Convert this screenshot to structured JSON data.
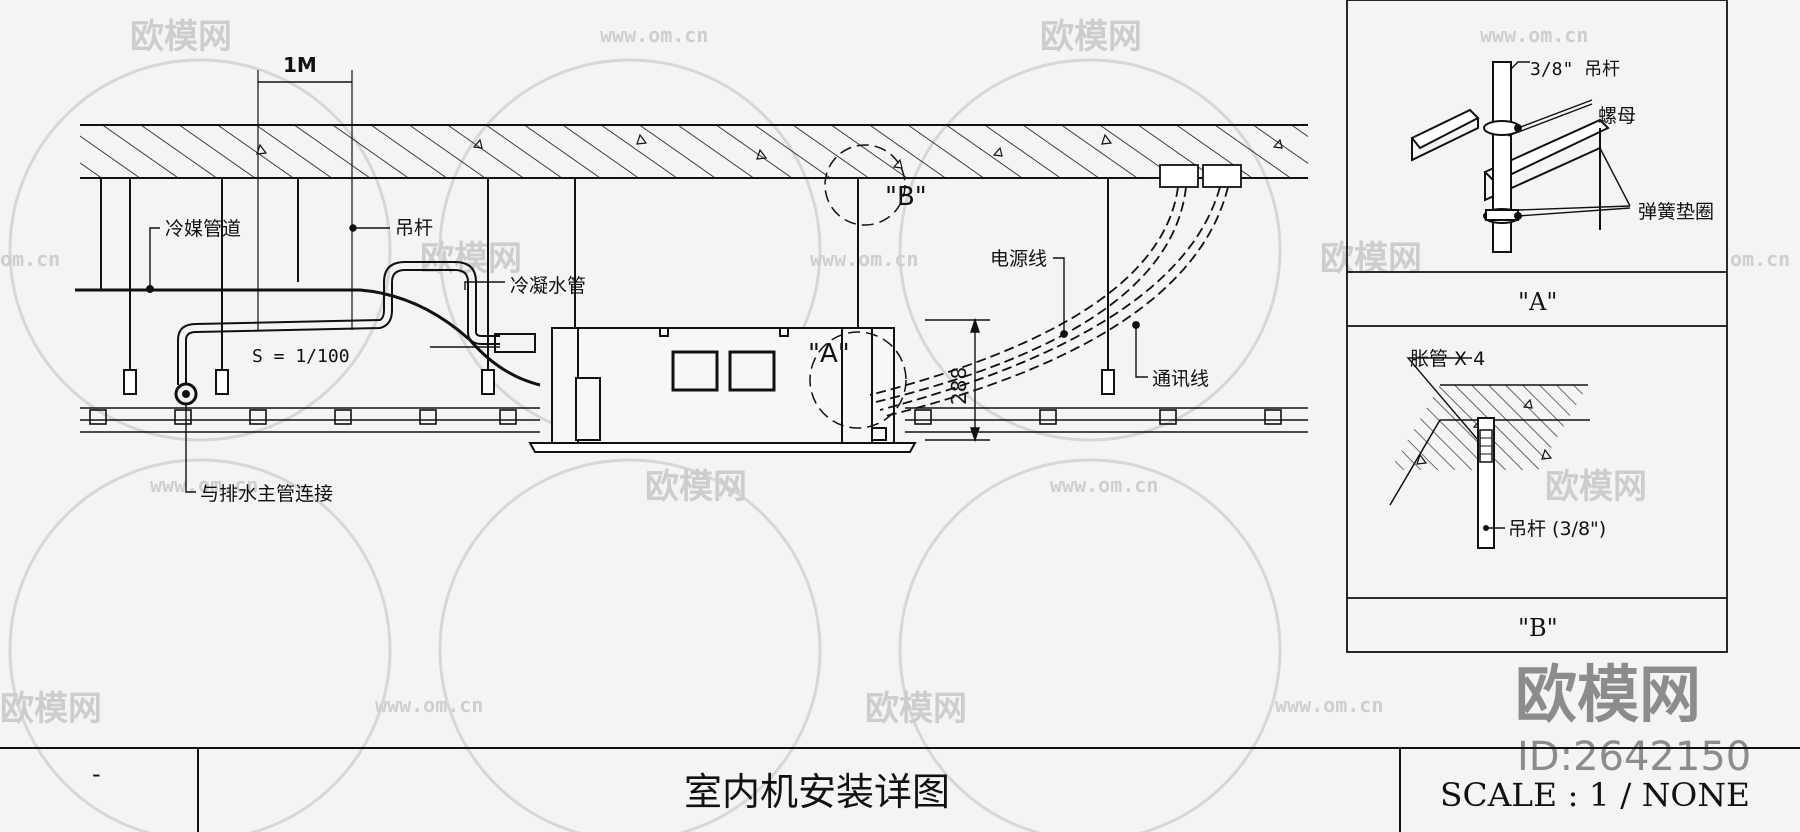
{
  "labels": {
    "dimension_1m": "1M",
    "refrigerant_pipe": "冷媒管道",
    "hanger_rod": "吊杆",
    "condensate_pipe": "冷凝水管",
    "slope": "S = 1/100",
    "drain_connection": "与排水主管连接",
    "detail_b_marker": "\"B\"",
    "detail_a_marker": "\"A\"",
    "power_line": "电源线",
    "comm_line": "通讯线",
    "dimension_288": "288"
  },
  "detail_a": {
    "rod_label": "3/8\" 吊杆",
    "nut_label": "螺母",
    "washer_label": "弹簧垫圈",
    "caption": "\"A\""
  },
  "detail_b": {
    "anchor_label": "胀管 X 4",
    "rod_label": "吊杆 (3/8\")",
    "caption": "\"B\""
  },
  "title_block": {
    "left_cell": "-",
    "title": "室内机安装详图",
    "scale": "SCALE : 1 / NONE"
  },
  "watermark": {
    "brand": "欧模网",
    "url": "www.om.cn",
    "url_short": "om.cn",
    "id": "ID:2642150"
  }
}
